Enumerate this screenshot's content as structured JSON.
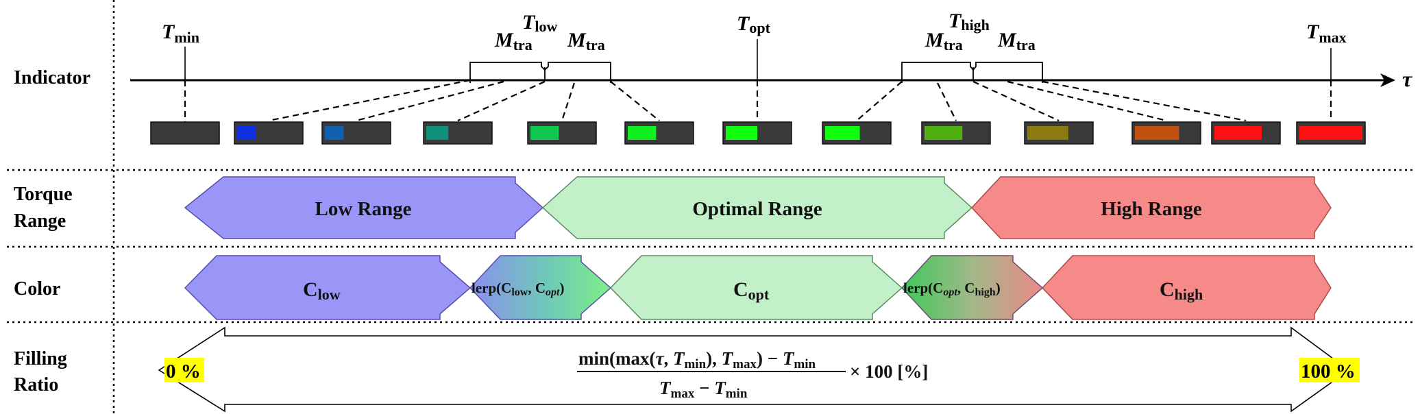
{
  "rows": {
    "indicator": "Indicator",
    "torque_range_1": "Torque",
    "torque_range_2": "Range",
    "color": "Color",
    "filling_ratio_1": "Filling",
    "filling_ratio_2": "Ratio"
  },
  "axis": {
    "tau": "τ",
    "t_min": {
      "main": "T",
      "sub": "min"
    },
    "t_low": {
      "main": "T",
      "sub": "low"
    },
    "t_opt": {
      "main": "T",
      "sub": "opt"
    },
    "t_high": {
      "main": "T",
      "sub": "high"
    },
    "t_max": {
      "main": "T",
      "sub": "max"
    },
    "m_tra": {
      "main": "M",
      "sub": "tra"
    }
  },
  "indicator_boxes": [
    {
      "fill_fraction": 0.0,
      "color": "#3a3a3a"
    },
    {
      "fill_fraction": 0.3,
      "color": "#1030e0"
    },
    {
      "fill_fraction": 0.3,
      "color": "#1060b0"
    },
    {
      "fill_fraction": 0.35,
      "color": "#10907a"
    },
    {
      "fill_fraction": 0.45,
      "color": "#10c850"
    },
    {
      "fill_fraction": 0.45,
      "color": "#10f020"
    },
    {
      "fill_fraction": 0.5,
      "color": "#10ff10"
    },
    {
      "fill_fraction": 0.55,
      "color": "#10ff10"
    },
    {
      "fill_fraction": 0.6,
      "color": "#50b010"
    },
    {
      "fill_fraction": 0.65,
      "color": "#8a7a10"
    },
    {
      "fill_fraction": 0.7,
      "color": "#c05010"
    },
    {
      "fill_fraction": 0.75,
      "color": "#ff1010"
    },
    {
      "fill_fraction": 1.0,
      "color": "#ff1010"
    }
  ],
  "torque_ranges": {
    "low": {
      "label": "Low Range",
      "color": "#9a96f8"
    },
    "optimal": {
      "label": "Optimal Range",
      "color": "#c2f0c8"
    },
    "high": {
      "label": "High Range",
      "color": "#f58a88"
    }
  },
  "color_segments": {
    "c_low": {
      "main": "C",
      "sub": "low"
    },
    "lerp_low": {
      "prefix": "lerp(C",
      "sub1": "low",
      "mid": ", C",
      "sub2": "opt",
      "suffix": ")"
    },
    "c_opt": {
      "main": "C",
      "sub": "opt"
    },
    "lerp_high": {
      "prefix": "lerp(C",
      "sub1": "opt",
      "mid": ", C",
      "sub2": "high",
      "suffix": ")"
    },
    "c_high": {
      "main": "C",
      "sub": "high"
    }
  },
  "filling_ratio": {
    "zero": "0 %",
    "hundred": "100 %",
    "highlight": "#ffff00",
    "numerator": "min(max(τ, T_min), T_max) − T_min",
    "denominator": "T_max − T_min",
    "times": "× 100 [%]"
  }
}
